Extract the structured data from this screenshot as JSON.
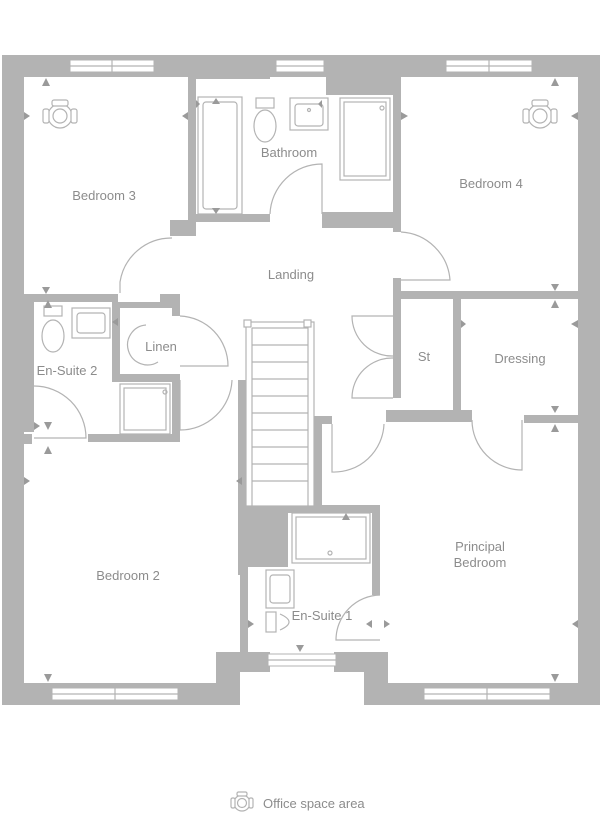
{
  "rooms": {
    "bedroom3": "Bedroom 3",
    "bathroom": "Bathroom",
    "bedroom4": "Bedroom 4",
    "landing": "Landing",
    "ensuite2": "En-Suite 2",
    "linen": "Linen",
    "st": "St",
    "dressing": "Dressing",
    "bedroom2": "Bedroom 2",
    "ensuite1": "En-Suite 1",
    "principal_line1": "Principal",
    "principal_line2": "Bedroom"
  },
  "legend": {
    "icon": "office-space-icon",
    "label": "Office space area"
  },
  "colors": {
    "wall": "#b3b3b3",
    "text": "#8c8c8c",
    "background": "#ffffff"
  }
}
